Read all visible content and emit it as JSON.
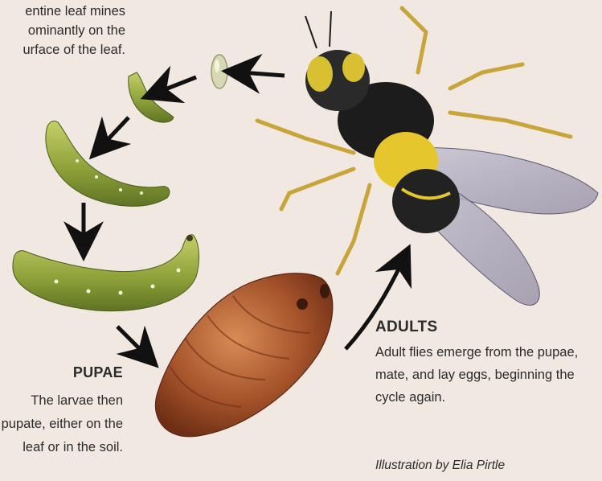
{
  "intro": {
    "text": "entine leaf mines\nominantly on the\nurface of the leaf."
  },
  "pupae": {
    "title": "PUPAE",
    "text": "The larvae then pupate, either on the leaf or in the soil."
  },
  "adults": {
    "title": "ADULTS",
    "text": "Adult flies emerge from the pupae, mate, and lay eggs, beginning the cycle again."
  },
  "credit": "Illustration by Elia Pirtle",
  "colors": {
    "background": "#f1e8e1",
    "larva_green": "#9fb04a",
    "pupa_brown": "#a5552c",
    "fly_black": "#1c1c1c",
    "fly_yellow": "#e5c62c",
    "arrow": "#111111"
  }
}
